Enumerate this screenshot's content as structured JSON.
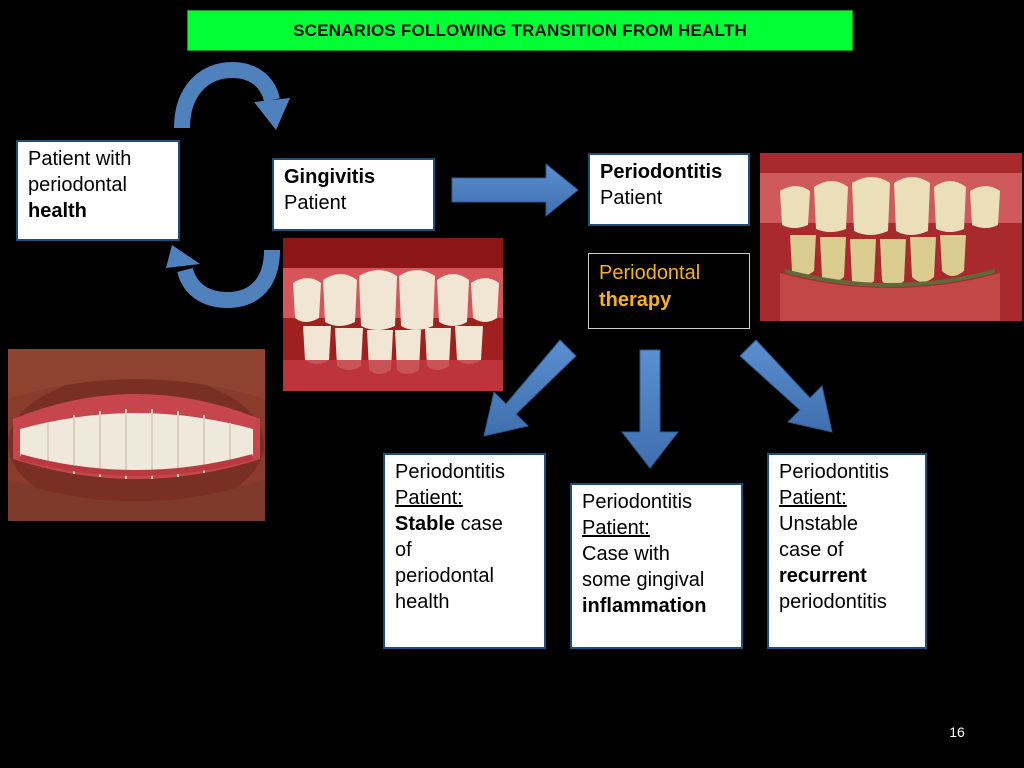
{
  "title": "SCENARIOS FOLLOWING TRANSITION FROM HEALTH",
  "health_box": {
    "line1": "Patient with",
    "line2": "periodontal",
    "line3": "health"
  },
  "gingivitis_box": {
    "line1": "Gingivitis",
    "line2": "Patient"
  },
  "periodontitis_box": {
    "line1": "Periodontitis",
    "line2": "Patient"
  },
  "therapy_box": {
    "line1": "Periodontal",
    "line2": "therapy"
  },
  "outcomes": {
    "stable": {
      "l1": "Periodontitis",
      "l2": "Patient:",
      "l3_bold": "Stable",
      "l3_rest": " case",
      "l4": "of",
      "l5": "periodontal",
      "l6": "health"
    },
    "inflamed": {
      "l1": "Periodontitis",
      "l2": "Patient:",
      "l3": "Case with",
      "l4": "some gingival",
      "l5": "inflammation"
    },
    "unstable": {
      "l1": "Periodontitis",
      "l2": "Patient:",
      "l3": "Unstable",
      "l4": "case of",
      "l5": "recurrent",
      "l6": "periodontitis"
    }
  },
  "page_number": "16",
  "colors": {
    "title_bg": "#00ff33",
    "arrow": "#4f81bd",
    "therapy_text": "#f5b21a",
    "box_border": "#1f4e79"
  }
}
